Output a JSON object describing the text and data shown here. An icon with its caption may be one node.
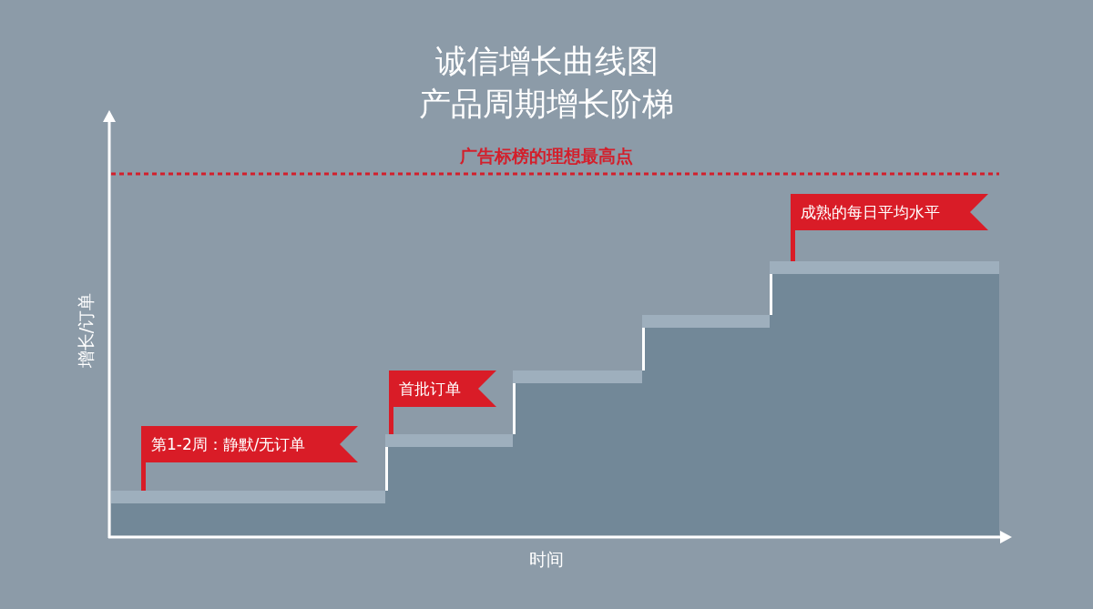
{
  "diagram": {
    "title": "诚信增长曲线图",
    "nodes": [
      {
        "text": [
          "第1-2周：静默/无订单"
        ]
      },
      {
        "text": [
          "首批订单"
        ]
      },
      {
        "text": [
          "成熟的每日平均水平"
        ]
      }
    ],
    "labels": [
      "产品周期增长阶梯",
      "广告标榜的理想最高点",
      "增长/订单",
      "时间"
    ]
  }
}
